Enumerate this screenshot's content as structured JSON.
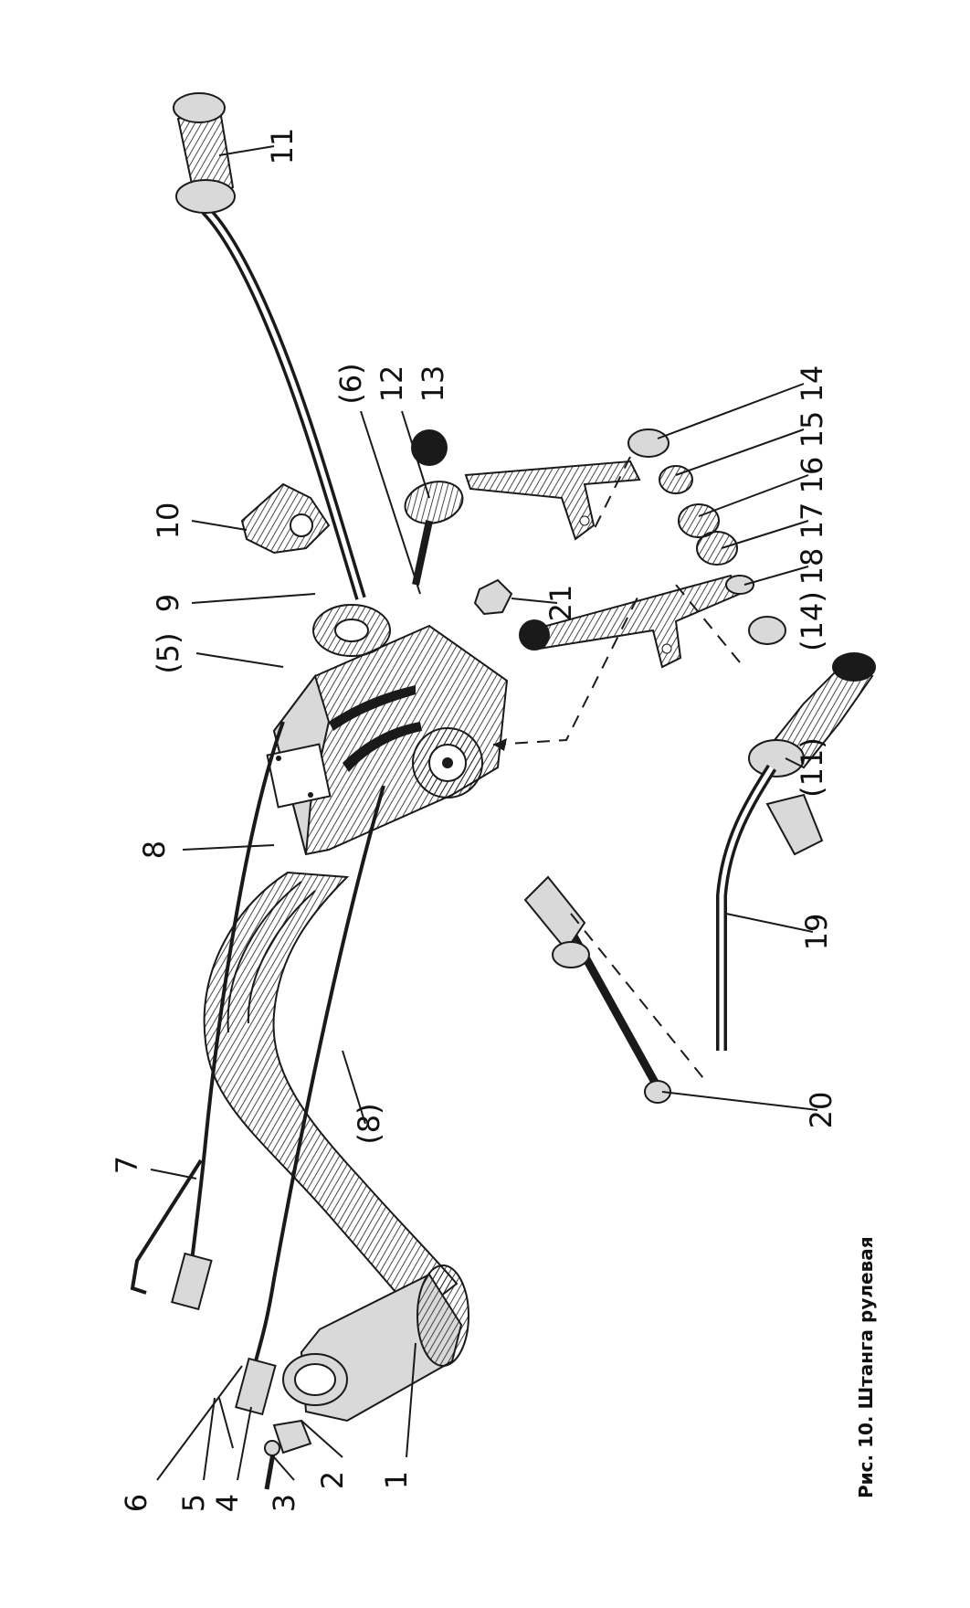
{
  "caption": "Рис. 10. Штанга рулевая",
  "labels": {
    "l1": "1",
    "l2": "2",
    "l3": "3",
    "l4": "4",
    "l5": "5",
    "l6": "6",
    "l7": "7",
    "l8": "8",
    "l8p": "(8)",
    "l9": "9",
    "l5p": "(5)",
    "l10": "10",
    "l6p": "(6)",
    "l11": "11",
    "l11p": "(11)",
    "l12": "12",
    "l13": "13",
    "l14": "14",
    "l14p": "(14)",
    "l15": "15",
    "l16": "16",
    "l17": "17",
    "l18": "18",
    "l19": "19",
    "l20": "20",
    "l21": "21"
  }
}
